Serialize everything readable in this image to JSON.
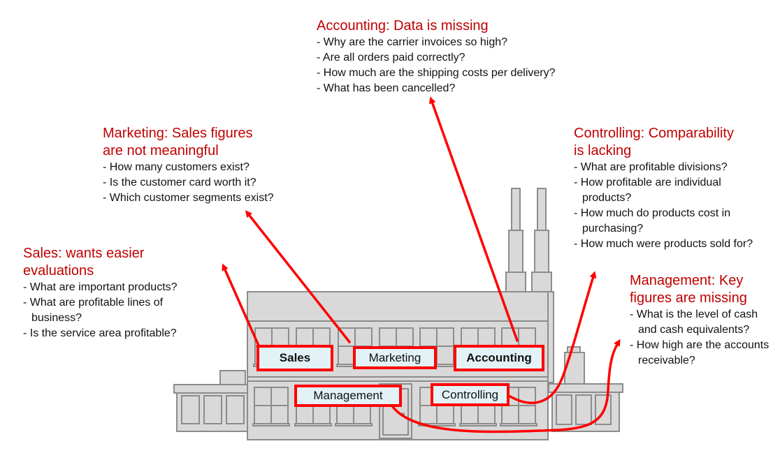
{
  "diagram": {
    "type": "factory-department-problems",
    "colors": {
      "title": "#c00000",
      "text": "#111111",
      "arrow": "#ff0000",
      "label_border": "#ff0000",
      "label_fill": "#e2f2f6",
      "building_fill": "#d9d9d9",
      "building_stroke": "#8c8c8c"
    },
    "callouts": {
      "accounting": {
        "title": "Accounting: Data is missing",
        "items": [
          "Why are the carrier invoices so high?",
          "Are all orders paid correctly?",
          "How much are the shipping costs per delivery?",
          "What has been cancelled?"
        ]
      },
      "marketing": {
        "title_line1": "Marketing: Sales figures",
        "title_line2": "are not meaningful",
        "items": [
          "How many customers exist?",
          "Is the customer card worth it?",
          "Which customer segments exist?"
        ]
      },
      "controlling": {
        "title_line1": "Controlling: Comparability",
        "title_line2": "is lacking",
        "items": [
          "What are profitable divisions?",
          "How profitable are individual products?",
          "How much do products cost in purchasing?",
          "How much were products sold for?"
        ]
      },
      "sales": {
        "title_line1": "Sales: wants easier",
        "title_line2": "evaluations",
        "items": [
          "What are important products?",
          "What are profitable lines of business?",
          "Is the service area profitable?"
        ]
      },
      "management": {
        "title_line1": "Management: Key",
        "title_line2": "figures are missing",
        "items": [
          "What is the level of cash and cash equivalents?",
          "How high are the accounts receivable?"
        ]
      }
    },
    "departments": {
      "sales": "Sales",
      "marketing": "Marketing",
      "accounting": "Accounting",
      "management": "Management",
      "controlling": "Controlling"
    }
  }
}
